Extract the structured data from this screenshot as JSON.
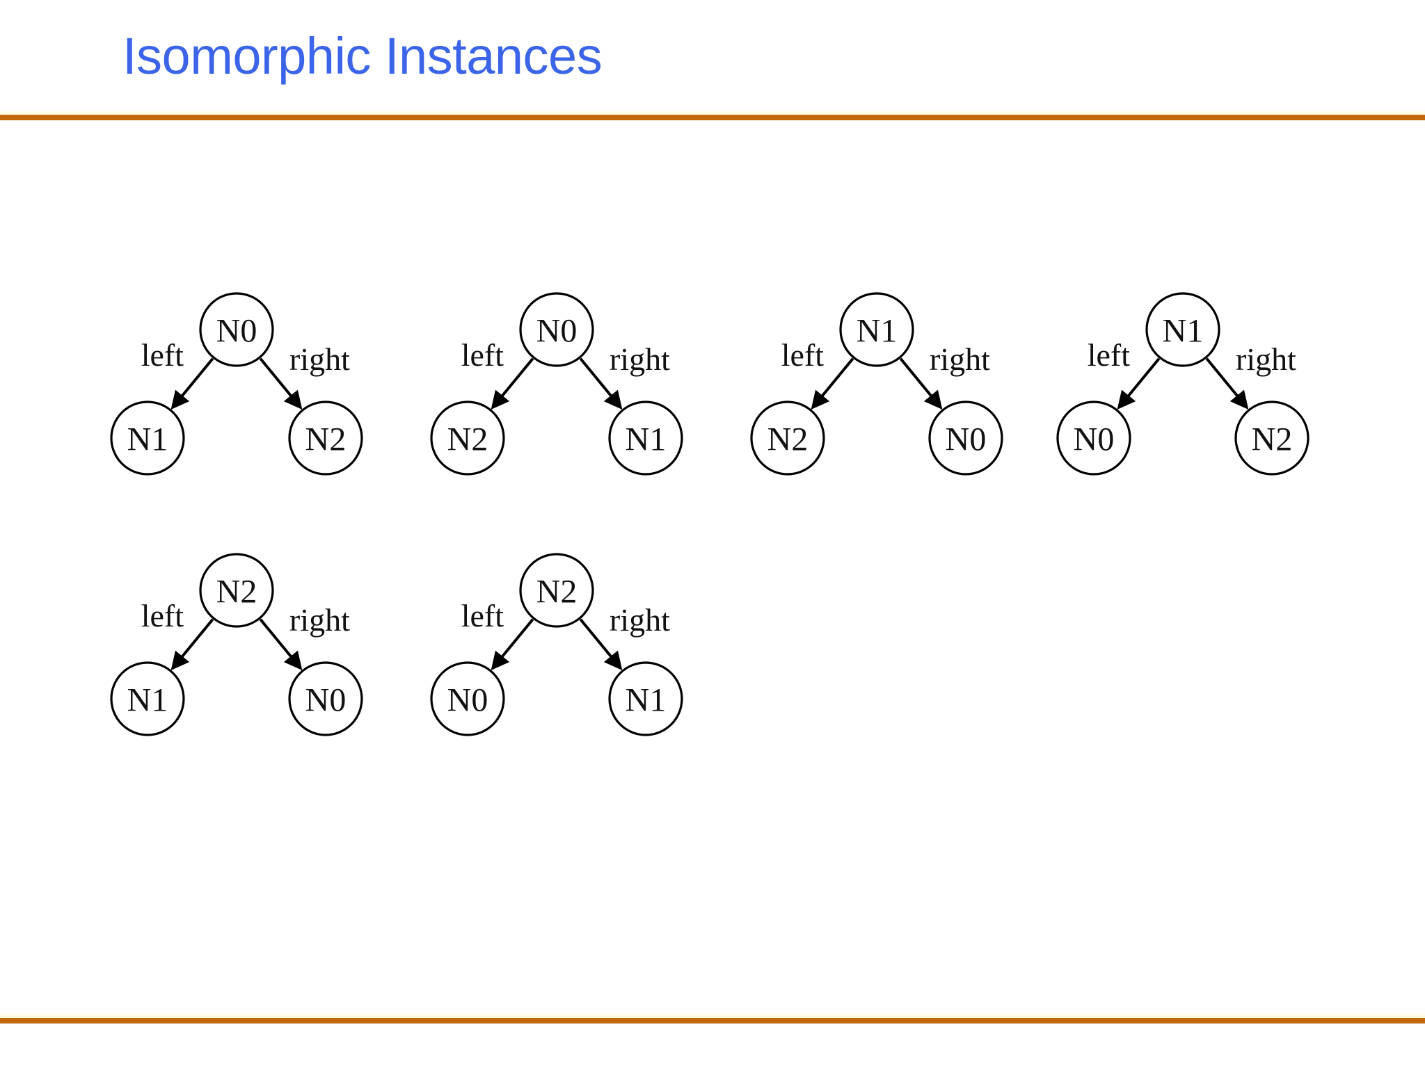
{
  "header": {
    "title": "Isomorphic Instances",
    "title_color": "#3B64E8",
    "rule_color": "#C2680A"
  },
  "footer": {
    "rule_color": "#C2680A"
  },
  "diagram": {
    "edge_label_left": "left",
    "edge_label_right": "right",
    "node_stroke_color": "#000000",
    "node_fill_color": "#ffffff",
    "trees": [
      {
        "id": "tree-1",
        "root": "N0",
        "left": "N1",
        "right": "N2",
        "left_edge_label": "left",
        "right_edge_label": "right"
      },
      {
        "id": "tree-2",
        "root": "N0",
        "left": "N2",
        "right": "N1",
        "left_edge_label": "left",
        "right_edge_label": "right"
      },
      {
        "id": "tree-3",
        "root": "N1",
        "left": "N2",
        "right": "N0",
        "left_edge_label": "left",
        "right_edge_label": "right"
      },
      {
        "id": "tree-4",
        "root": "N1",
        "left": "N0",
        "right": "N2",
        "left_edge_label": "left",
        "right_edge_label": "right"
      },
      {
        "id": "tree-5",
        "root": "N2",
        "left": "N1",
        "right": "N0",
        "left_edge_label": "left",
        "right_edge_label": "right"
      },
      {
        "id": "tree-6",
        "root": "N2",
        "left": "N0",
        "right": "N1",
        "left_edge_label": "left",
        "right_edge_label": "right"
      }
    ]
  }
}
